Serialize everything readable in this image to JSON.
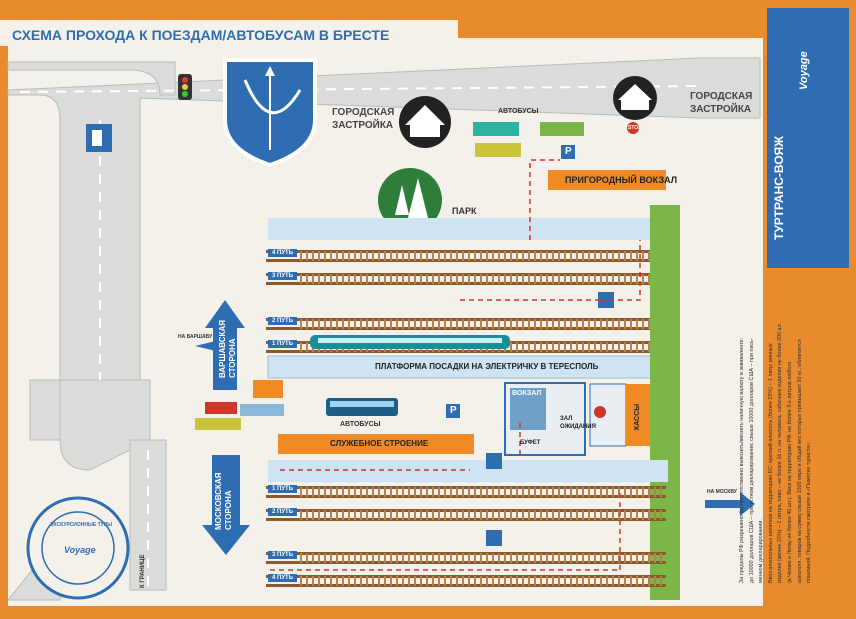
{
  "title": "СХЕМА ПРОХОДА К ПОЕЗДАМ/АВТОБУСАМ В БРЕСТЕ",
  "labels": {
    "city_dev_left": [
      "ГОРОДСКАЯ",
      "ЗАСТРОЙКА"
    ],
    "city_dev_right": [
      "ГОРОДСКАЯ",
      "ЗАСТРОЙКА"
    ],
    "buses_top": "АВТОБУСЫ",
    "buses_mid": "АВТОБУСЫ",
    "suburban_station": "ПРИГОРОДНЫЙ ВОКЗАЛ",
    "park": "ПАРК",
    "platform_terespol": "ПЛАТФОРМА ПОСАДКИ НА ЭЛЕКТРИЧКУ В ТЕРЕСПОЛЬ",
    "service_building": "СЛУЖЕБНОЕ СТРОЕНИЕ",
    "station": "ВОКЗАЛ",
    "buffet": "БУФЕТ",
    "waiting_hall": [
      "ЗАЛ",
      "ОЖИДАНИЯ"
    ],
    "cashier": "КАССЫ",
    "warsaw_side": [
      "ВАРШАВСКАЯ",
      "СТОРОНА"
    ],
    "moscow_side": [
      "МОСКОВСКАЯ",
      "СТОРОНА"
    ],
    "to_warsaw": "НА ВАРШАВУ",
    "to_moscow": "НА МОСКВУ",
    "to_border": "К ГРАНИЦЕ",
    "stop": "STOP",
    "parking": "P",
    "brand_name": "ТУРТРАНС-ВОЯЖ",
    "brand_logo": "Voyage",
    "seal_text": "ЭКСКУРСИОННЫЕ ТУРЫ"
  },
  "tracks_upper": [
    "4 ПУТЬ",
    "3 ПУТЬ",
    "2 ПУТЬ",
    "1 ПУТЬ"
  ],
  "tracks_lower": [
    "1 ПУТЬ",
    "2 ПУТЬ",
    "3 ПУТЬ",
    "4 ПУТЬ"
  ],
  "info_text": [
    "За пределы РФ разрешено беспрепятственно вывозить/ввозить наличную валюту в эквиваленте:",
    "до 10000 долларов США – при устном декларировании; свыше 10000 долларов США – при пись-",
    "менном декларировании.",
    "Ввоз алкогольных напитков на территорию ЕС: крепкий алкоголь (более 22%) – 1 литр; винные",
    "изделия (менее 22%) – 2 литра, пиво – не более 16 л. на человека, табачные изделия не более 200 шт.",
    "(в Чехию и Литву не более 40 шт.). Ввоз на территорию РФ: не более 3-х литров любого",
    "алкоголя, товаров на сумму свыше 1500 евро и общий вес которых превышает 50 кг., облагается",
    "пошлиной. Подробности смотрите в «Памятке туриста»."
  ],
  "colors": {
    "frame": "#e98a2c",
    "map_bg": "#f4f1ea",
    "title_blue": "#2f6db3",
    "road": "#d9dcd8",
    "track_rail": "#8a5a2c",
    "track_label_bg": "#2f6db3",
    "platform": "#cfe4f2",
    "building": "#f08a22",
    "green_path": "#7ab648",
    "arrow_blue": "#2f6db3",
    "route_red": "#d2352a"
  }
}
